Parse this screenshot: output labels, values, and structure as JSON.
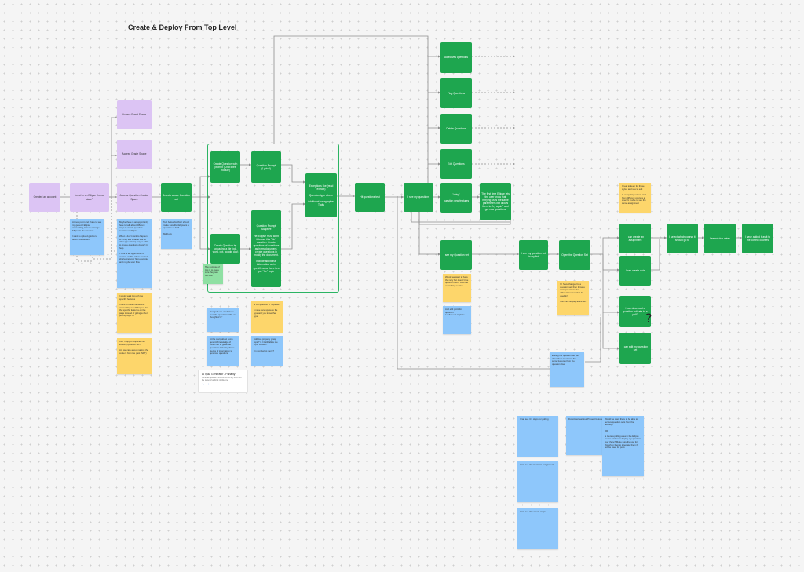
{
  "board": {
    "title": "Create & Deploy From Top Level"
  },
  "nodes": {
    "created_account": "Created an account",
    "level_ellipse": "Level in an Ellipse \"home state\"",
    "access_event": "Access Event Space",
    "access_grade": "Access Grade Space",
    "access_question": "Access Question Creator Space",
    "select_create": "Selects create Question set",
    "create_prompt": "Create Question with prompt (Chat lines module)",
    "question_prompt": "Question Prompt (Lyrical)",
    "create_activity": "Create Question by uploading a file (pdf, word, ppt, google doc)",
    "question_prompt_adaptive": "Question Prompt Adaptive\n\nHe: Ellipse must want it to use this \"file\" question. Create questions of questions as in my document, create questions in mostly the document.\n\nInclude additional information as in specific area there is a per \"file\" topic",
    "exceptional": "Exceptions like (read extract)\n\nQuestion type above\n\nAdditional paragraphed Traits",
    "hit_questions": "Hit questions test",
    "i_see_questions": "I see my questions",
    "adjectives": "Adjectives questions",
    "flag_questions": "Flag Questions",
    "delete_questions": "Delete Questions",
    "edit_questions": "Edit Questions",
    "retry": "\"retry\"\n\nquestion new features",
    "first_time": "The first time Ellipse lets the user know that retrying uses the same parameters but allows them to \"try again\" and get new questions",
    "i_see_question_set": "I see my Question set",
    "i_see_question_set_list": "I see my question set in my list",
    "open_question_set": "Open the Question Set",
    "i_can_create_assignment": "I can create an assignment",
    "i_can_create_quiz": "I can create quiz",
    "i_can_download": "I can download a question indicate to a poll?",
    "i_can_edit": "I can edit my question set",
    "i_select_share": "I select which course it should go to",
    "i_select_date": "I select due dates",
    "i_have_added": "I have added it as it to the correct courses"
  },
  "notes": {
    "n_left1": "At best point and share to see my general Ellipse onboarding, how to manage Ellipse in the Course?\n\nI want to upload guides to teach assessment",
    "n_left2": "Maybe there is an opportunity here to talk about different ways to create question separate in Ellipse.\n\nWhen I don't want to happen to I may see what to use on other (questions) maybe while to create questions doesn't it help.\n\nThere is an opportunity to expand on this where nested-shortening your first example and maybe user flow",
    "n_left_y1": "I would walk through the specific features\n\nI think it makes sense that onboarding would happen for the specific features on the page instead of giving a short pop-up layer to",
    "n_left_y2": "Can I copy or duplicate an existing question set?\n\nAm we care about making the content from the past (NRT)",
    "n_select": "Text below for this I should make sure that Ellipse is a question or draft\n\nMethods",
    "n_small_green": "The purpose of this is to make sure they see the flow",
    "n_b1": "Design 3: we used \"I see over the questions? We ve thought of is\"",
    "n_b2": "At the start, about some generic Knowledge of those can to generate questions including these pieces of information to generate questions",
    "n_y1": "Is the question in required?\n\nI make sure space to file type and you know that type",
    "n_b3": "Add can properly grasp topic? is I it still allow me input content?\n\nI'm wondering more?",
    "n_y2": "Would we want to have the retry but doesn't the question over? Also the expanding section",
    "n_b4": "Add edit point for question\nLet flow set to place",
    "n_y3": "If I have changed to a question set, then it make changes across the different courses that it's used in?\n\nThe link I display at the left",
    "n_y4": "Great to keep for these styles and see to edit\n\nIs everything I share and from different courses a specific it able to see the same assignment",
    "n_edit": "Editing the question set will allow them to access the same features from the question flow",
    "n_bot1": "I can see 3-5 steps for polling",
    "n_bot2": "I can see if it create an assignment",
    "n_bot3": "I can see if to create maps",
    "n_bot4": "Download features Present feature",
    "n_bot5": "Would we want there to be able to receive question sets from the desktop?\n\nOR\n\nIs there a polling area in the Ellipse course and I can display my question over there? Make sure the use for this when then to integrate them if poll be used for polls"
  },
  "card": {
    "title": "AI Quiz Generator - Parlaxly",
    "desc": "Generate questions and content for any topic with the power of artificial intelligence",
    "link": "parlaxly.com"
  },
  "colors": {
    "green": "#1ea64f",
    "purple": "#dcc4f4",
    "blue_note": "#8ec7fb",
    "yellow_note": "#fdd66b",
    "connector": "#8d8d8d"
  },
  "icons": {
    "cursor": "question-mark-cursor-icon",
    "link": "link-pin-icon"
  },
  "cursor": {
    "glyph": "?"
  }
}
